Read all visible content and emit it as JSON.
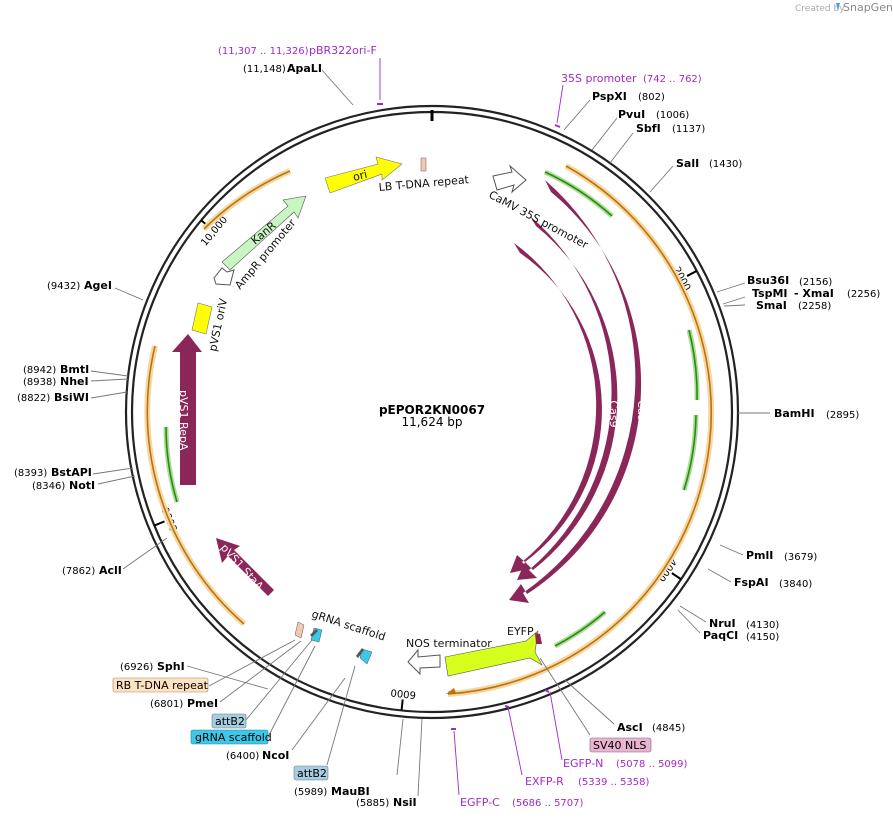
{
  "plasmid": {
    "name": "pEPOR2KN0067",
    "length": "11,624 bp"
  },
  "branding": {
    "created_by": "Created by",
    "name": "SnapGene"
  },
  "ticks": [
    {
      "label": "2000",
      "bp": 2000
    },
    {
      "label": "4000",
      "bp": 4000
    },
    {
      "label": "6000",
      "bp": 6000
    },
    {
      "label": "8000",
      "bp": 8000
    },
    {
      "label": "10,000",
      "bp": 10000
    }
  ],
  "features": [
    {
      "name": "ori",
      "kind": "arrow",
      "inside_label": true
    },
    {
      "name": "LB T-DNA repeat",
      "kind": "box"
    },
    {
      "name": "CaMV 35S promoter",
      "kind": "arrow"
    },
    {
      "name": "Cas9",
      "kind": "arc-arrow",
      "inside_label": true
    },
    {
      "name": "Cas9",
      "kind": "arc-arrow",
      "inside_label": true
    },
    {
      "name": "Cas9",
      "kind": "arc-arrow",
      "inside_label": true
    },
    {
      "name": "EYFP",
      "kind": "arrow"
    },
    {
      "name": "NOS terminator",
      "kind": "arrow"
    },
    {
      "name": "gRNA scaffold",
      "kind": "box"
    },
    {
      "name": "pVS1 StaA",
      "kind": "arrow",
      "inside_label": true
    },
    {
      "name": "pVS1 RepA",
      "kind": "arrow",
      "inside_label": true
    },
    {
      "name": "pVS1 oriV",
      "kind": "box"
    },
    {
      "name": "AmpR promoter",
      "kind": "arrow"
    },
    {
      "name": "KanR",
      "kind": "arrow",
      "inside_label": true
    }
  ],
  "sites": [
    {
      "name": "ApaLI",
      "pos": "(11,148)"
    },
    {
      "name": "PspXI",
      "pos": "(802)"
    },
    {
      "name": "PvuI",
      "pos": "(1006)"
    },
    {
      "name": "SbfI",
      "pos": "(1137)"
    },
    {
      "name": "SalI",
      "pos": "(1430)"
    },
    {
      "name": "Bsu36I",
      "pos": "(2156)"
    },
    {
      "name": "TspMI",
      "pos": ""
    },
    {
      "name": "- XmaI",
      "pos": "(2256)"
    },
    {
      "name": "SmaI",
      "pos": "(2258)"
    },
    {
      "name": "BamHI",
      "pos": "(2895)"
    },
    {
      "name": "PmlI",
      "pos": "(3679)"
    },
    {
      "name": "FspAI",
      "pos": "(3840)"
    },
    {
      "name": "NruI",
      "pos": "(4130)"
    },
    {
      "name": "PaqCI",
      "pos": "(4150)"
    },
    {
      "name": "AscI",
      "pos": "(4845)"
    },
    {
      "name": "NsiI",
      "pos": "(5885)"
    },
    {
      "name": "MauBI",
      "pos": "(5989)"
    },
    {
      "name": "NcoI",
      "pos": "(6400)"
    },
    {
      "name": "PmeI",
      "pos": "(6801)"
    },
    {
      "name": "SphI",
      "pos": "(6926)"
    },
    {
      "name": "AclI",
      "pos": "(7862)"
    },
    {
      "name": "NotI",
      "pos": "(8346)"
    },
    {
      "name": "BstAPI",
      "pos": "(8393)"
    },
    {
      "name": "BsiWI",
      "pos": "(8822)"
    },
    {
      "name": "NheI",
      "pos": "(8938)"
    },
    {
      "name": "BmtI",
      "pos": "(8942)"
    },
    {
      "name": "AgeI",
      "pos": "(9432)"
    }
  ],
  "primers": [
    {
      "name": "pBR322ori-F",
      "pos": "(11,307 .. 11,326)"
    },
    {
      "name": "35S promoter",
      "pos": "(742 .. 762)"
    },
    {
      "name": "EGFP-N",
      "pos": "(5078 .. 5099)"
    },
    {
      "name": "EXFP-R",
      "pos": "(5339 .. 5358)"
    },
    {
      "name": "EGFP-C",
      "pos": "(5686 .. 5707)"
    }
  ],
  "tags": [
    {
      "name": "SV40 NLS",
      "color": "#e8b4cf"
    },
    {
      "name": "RB T-DNA repeat",
      "color": "#ffe2c2"
    },
    {
      "name": "attB2",
      "color": "#a9cde0"
    },
    {
      "name": "gRNA scaffold",
      "color": "#3cc8e8"
    },
    {
      "name": "attB2",
      "color": "#a9cde0"
    }
  ],
  "colors": {
    "cas9": "#8b2758",
    "ori": "#ffff00",
    "kanr": "#c9f5c2",
    "orange_orf": "#e69a2b",
    "green_orf": "#3aa61c",
    "eyfp": "#d7ff1e",
    "primer": "#a02ac8",
    "gRNA": "#3cc8e8",
    "lb_box": "#f4c6b3"
  }
}
